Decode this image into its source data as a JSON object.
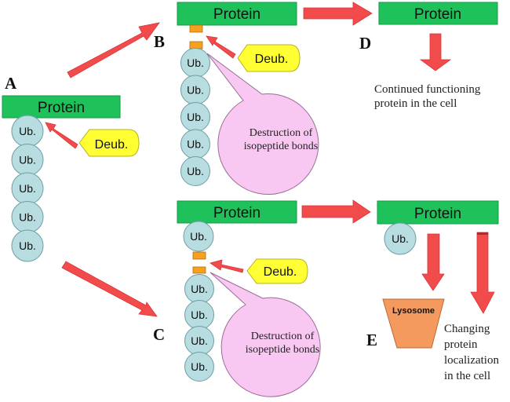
{
  "colors": {
    "protein_fill": "#1fc25a",
    "protein_stroke": "#159a45",
    "ub_fill": "#b7dde0",
    "ub_stroke": "#6f9ea3",
    "deub_fill": "#ffff33",
    "deub_stroke": "#b8b020",
    "arrow_fill": "#f24b4b",
    "arrow_dark": "#d9343a",
    "link_fill": "#f5a01e",
    "link_stroke": "#b46f10",
    "bubble_fill": "#f9c8f2",
    "bubble_stroke": "#9a6c96",
    "lysosome_fill": "#f59a5f",
    "lysosome_stroke": "#b86a38",
    "text": "#111111"
  },
  "labels": {
    "A": "A",
    "B": "B",
    "C": "C",
    "D": "D",
    "E": "E"
  },
  "panel_a": {
    "protein": "Protein",
    "ub_chain": [
      "Ub.",
      "Ub.",
      "Ub.",
      "Ub.",
      "Ub."
    ],
    "deub": "Deub."
  },
  "panel_b": {
    "protein": "Protein",
    "ub_chain": [
      "Ub.",
      "Ub.",
      "Ub.",
      "Ub.",
      "Ub."
    ],
    "deub": "Deub.",
    "callout": [
      "Destruction of",
      "isopeptide bonds"
    ]
  },
  "panel_c": {
    "protein": "Protein",
    "ub_top": "Ub.",
    "ub_chain": [
      "Ub.",
      "Ub.",
      "Ub.",
      "Ub."
    ],
    "deub": "Deub.",
    "callout": [
      "Destruction of",
      "isopeptide bonds"
    ]
  },
  "panel_d": {
    "protein": "Protein",
    "caption": [
      "Continued functioning",
      "protein in the cell"
    ]
  },
  "panel_e": {
    "protein": "Protein",
    "ub": "Ub.",
    "lysosome": "Lysosome",
    "caption": [
      "Changing",
      "protein",
      "localization",
      "in the cell"
    ]
  }
}
